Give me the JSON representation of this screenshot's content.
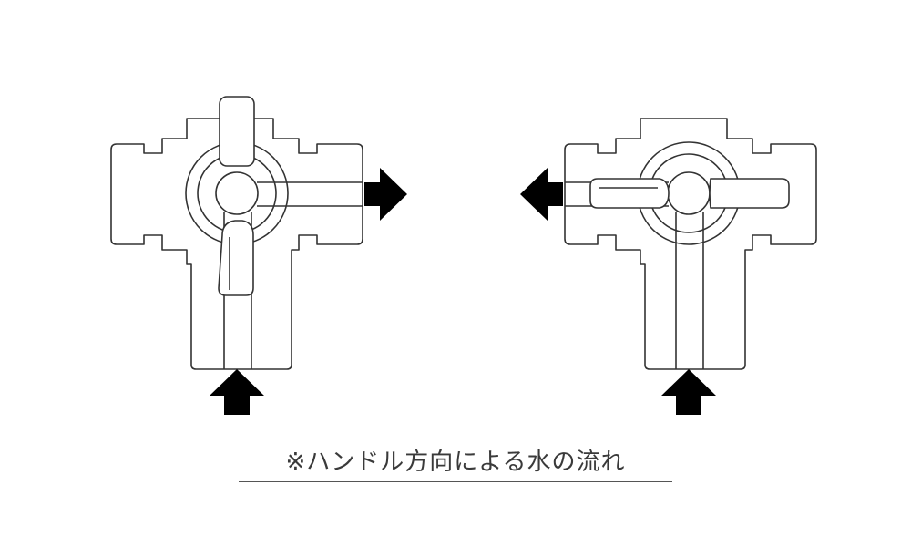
{
  "caption": "※ハンドル方向による水の流れ",
  "colors": {
    "outline": "#333333",
    "arrow": "#000000",
    "handle_fill": "#ffffff",
    "background": "#ffffff"
  },
  "valves": [
    {
      "id": "left",
      "inlet": "bottom",
      "outlet": "right",
      "handle_direction": "down"
    },
    {
      "id": "right",
      "inlet": "bottom",
      "outlet": "left",
      "handle_direction": "left"
    }
  ]
}
